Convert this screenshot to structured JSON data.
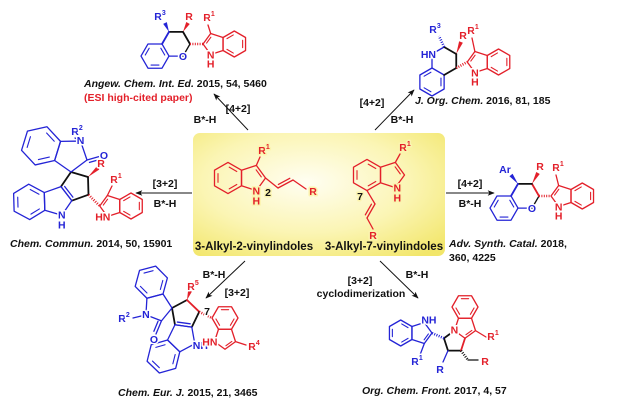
{
  "colors": {
    "red": "#e3202a",
    "blue": "#2424d6",
    "black": "#111111",
    "box_edge": "#f3e86a",
    "box_center": "#fffdf0"
  },
  "center": {
    "substrate_left": "3-Alkyl-2-vinylindoles",
    "substrate_right": "3-Alkyl-7-vinylindoles",
    "labels_left": [
      {
        "base": "R",
        "sup": "1"
      },
      {
        "base": "N",
        "sup": ""
      },
      {
        "base": "H",
        "sup": ""
      },
      {
        "base": "2",
        "sup": ""
      },
      {
        "base": "R",
        "sup": ""
      }
    ],
    "labels_right": [
      {
        "base": "R",
        "sup": "1"
      },
      {
        "base": "N",
        "sup": ""
      },
      {
        "base": "H",
        "sup": ""
      },
      {
        "base": "7",
        "sup": ""
      },
      {
        "base": "R",
        "sup": ""
      }
    ]
  },
  "reactions": {
    "top_left": {
      "type": "[4+2]",
      "catalyst": "B*-H",
      "journal": "Angew. Chem. Int. Ed.",
      "details": " 2015, 54, 5460",
      "note": "(ESI high-cited paper)",
      "labels": [
        {
          "base": "R",
          "sup": "3"
        },
        {
          "base": "R",
          "sup": ""
        },
        {
          "base": "O",
          "sup": ""
        },
        {
          "base": "R",
          "sup": "1"
        },
        {
          "base": "N",
          "sup": ""
        },
        {
          "base": "H",
          "sup": ""
        }
      ]
    },
    "top_right": {
      "type": "[4+2]",
      "catalyst": "B*-H",
      "journal": "J. Org. Chem.",
      "details": " 2016, 81, 185",
      "labels": [
        {
          "base": "R",
          "sup": "3"
        },
        {
          "base": "R",
          "sup": ""
        },
        {
          "base": "HN",
          "sup": ""
        },
        {
          "base": "R",
          "sup": "1"
        },
        {
          "base": "N",
          "sup": ""
        },
        {
          "base": "H",
          "sup": ""
        }
      ]
    },
    "left": {
      "type": "[3+2]",
      "catalyst": "B*-H",
      "journal": "Chem. Commun.",
      "details": " 2014, 50, 15901",
      "labels": [
        {
          "base": "R",
          "sup": "2"
        },
        {
          "base": "N",
          "sup": ""
        },
        {
          "base": "O",
          "sup": ""
        },
        {
          "base": "R",
          "sup": ""
        },
        {
          "base": "R",
          "sup": "1"
        },
        {
          "base": "N",
          "sup": ""
        },
        {
          "base": "H",
          "sup": ""
        },
        {
          "base": "HN",
          "sup": ""
        }
      ]
    },
    "right": {
      "type": "[4+2]",
      "catalyst": "B*-H",
      "journal": "Adv. Synth. Catal.",
      "details": " 2018,",
      "details_line2": "360, 4225",
      "labels": [
        {
          "base": "Ar",
          "sup": ""
        },
        {
          "base": "R",
          "sup": ""
        },
        {
          "base": "O",
          "sup": ""
        },
        {
          "base": "R",
          "sup": "1"
        },
        {
          "base": "N",
          "sup": ""
        },
        {
          "base": "H",
          "sup": ""
        }
      ]
    },
    "bottom_left": {
      "type": "[3+2]",
      "catalyst": "B*-H",
      "journal": "Chem. Eur. J.",
      "details": " 2015, 21, 3465",
      "labels": [
        {
          "base": "R",
          "sup": "2"
        },
        {
          "base": "N",
          "sup": ""
        },
        {
          "base": "O",
          "sup": ""
        },
        {
          "base": "R",
          "sup": "5"
        },
        {
          "base": "7",
          "sup": ""
        },
        {
          "base": "NH",
          "sup": ""
        },
        {
          "base": "HN",
          "sup": ""
        },
        {
          "base": "R",
          "sup": "4"
        }
      ]
    },
    "bottom_right": {
      "type": "[3+2]",
      "type_note": "cyclodimerization",
      "catalyst": "B*-H",
      "journal": "Org. Chem. Front.",
      "details": " 2017, 4, 57",
      "labels": [
        {
          "base": "NH",
          "sup": ""
        },
        {
          "base": "R",
          "sup": "1"
        },
        {
          "base": "N",
          "sup": ""
        },
        {
          "base": "R",
          "sup": "1"
        },
        {
          "base": "R",
          "sup": ""
        },
        {
          "base": "R",
          "sup": ""
        }
      ]
    }
  }
}
